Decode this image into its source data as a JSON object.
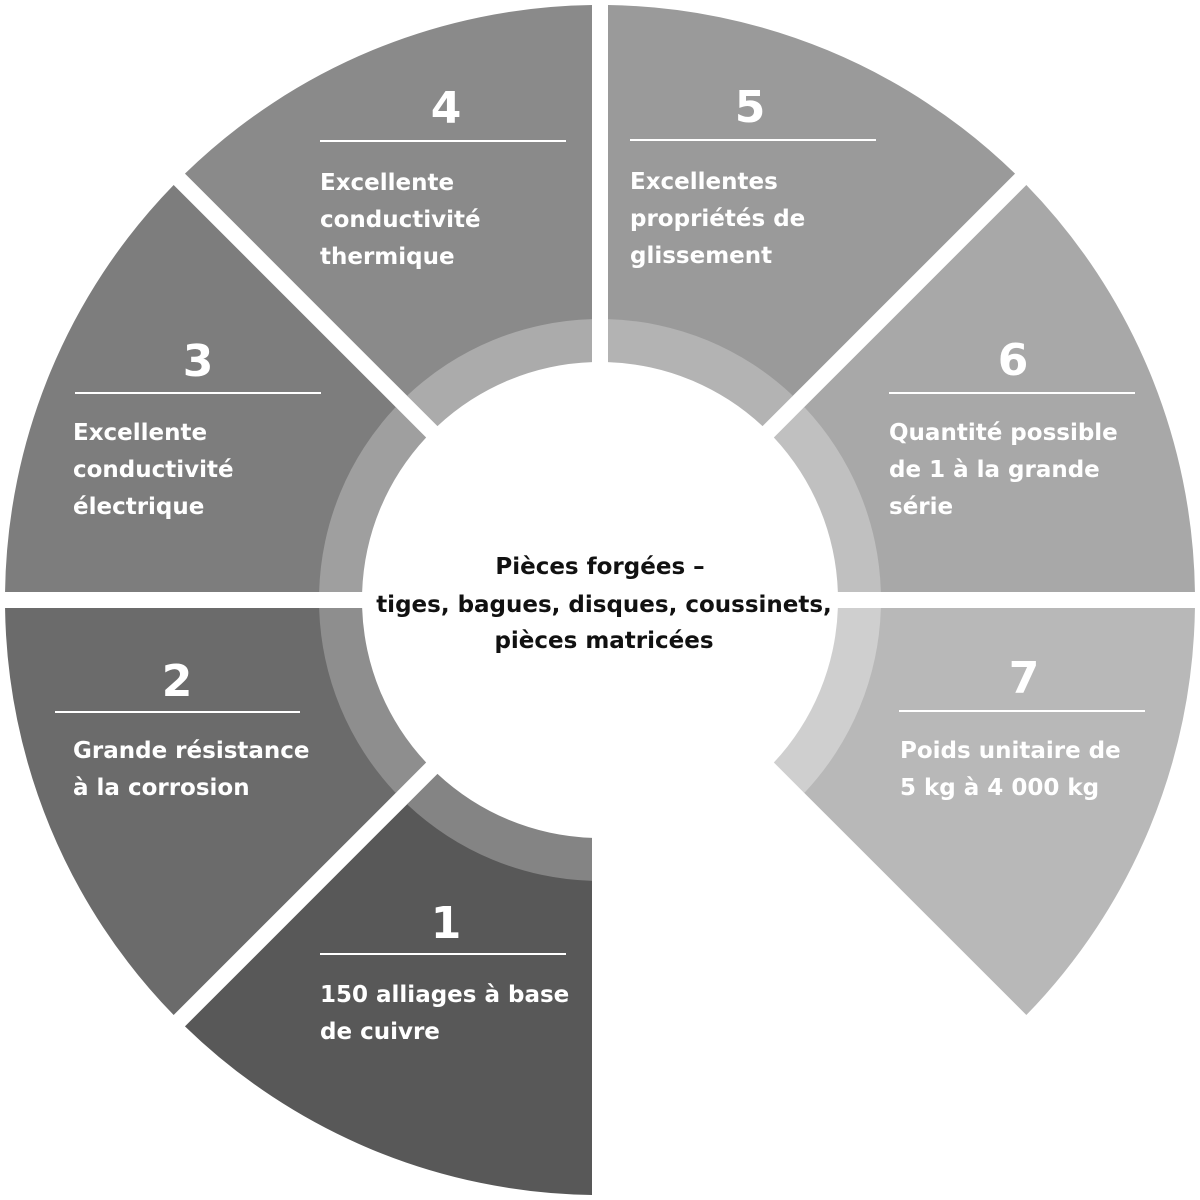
{
  "center": {
    "lines": [
      "Pièces forgées –",
      "tiges, bagues, disques, coussinets,",
      "pièces matricées"
    ]
  },
  "segments": [
    {
      "number": "1",
      "lines": [
        "150 alliages à base",
        "de cuivre"
      ],
      "color": "#585858",
      "inner_color": "#848484"
    },
    {
      "number": "2",
      "lines": [
        "Grande résistance",
        "à la corrosion"
      ],
      "color": "#6b6b6b",
      "inner_color": "#8e8e8e"
    },
    {
      "number": "3",
      "lines": [
        "Excellente",
        "conductivité",
        "électrique"
      ],
      "color": "#7d7d7d",
      "inner_color": "#9f9f9f"
    },
    {
      "number": "4",
      "lines": [
        "Excellente",
        "conductivité",
        "thermique"
      ],
      "color": "#8a8a8a",
      "inner_color": "#ababab"
    },
    {
      "number": "5",
      "lines": [
        "Excellentes",
        "propriétés de",
        "glissement"
      ],
      "color": "#9a9a9a",
      "inner_color": "#b3b3b3"
    },
    {
      "number": "6",
      "lines": [
        "Quantité possible",
        "de 1 à la grande",
        "série"
      ],
      "color": "#a8a8a8",
      "inner_color": "#c0c0c0"
    },
    {
      "number": "7",
      "lines": [
        "Poids unitaire de",
        "5 kg à 4 000 kg"
      ],
      "color": "#b8b8b8",
      "inner_color": "#cfcfcf"
    }
  ]
}
